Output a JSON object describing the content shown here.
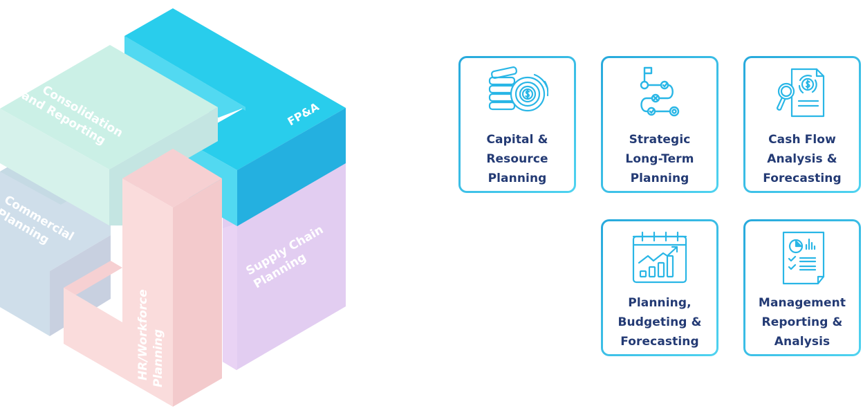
{
  "diagram": {
    "blocks": [
      {
        "id": "fpa",
        "label_lines": [
          "FP&A"
        ],
        "color": "#29cdec"
      },
      {
        "id": "consolidation",
        "label_lines": [
          "Consolidation",
          "and Reporting"
        ],
        "color": "#cbf0e6"
      },
      {
        "id": "commercial",
        "label_lines": [
          "Commercial",
          "Planning"
        ],
        "color": "#cfdeea"
      },
      {
        "id": "supply-chain",
        "label_lines": [
          "Supply Chain",
          "Planning"
        ],
        "color": "#e2cdf1"
      },
      {
        "id": "hr",
        "label_lines": [
          "HR/Workforce",
          "Planning"
        ],
        "color": "#fadcdc"
      }
    ]
  },
  "cards": [
    {
      "icon": "coins-gear-dollar-icon",
      "label": "Capital & Resource Planning",
      "lines": [
        "Capital &",
        "Resource",
        "Planning"
      ]
    },
    {
      "icon": "roadmap-path-icon",
      "label": "Strategic Long-Term Planning",
      "lines": [
        "Strategic",
        "Long-Term",
        "Planning"
      ]
    },
    {
      "icon": "document-magnifier-dollar-icon",
      "label": "Cash Flow Analysis & Forecasting",
      "lines": [
        "Cash Flow",
        "Analysis &",
        "Forecasting"
      ]
    },
    {
      "icon": "calendar-growth-chart-icon",
      "label": "Planning, Budgeting & Forecasting",
      "lines": [
        "Planning,",
        "Budgeting &",
        "Forecasting"
      ]
    },
    {
      "icon": "report-checklist-chart-icon",
      "label": "Management Reporting & Analysis",
      "lines": [
        "Management",
        "Reporting &",
        "Analysis"
      ]
    }
  ],
  "colors": {
    "card_border_start": "#27a9dc",
    "card_border_end": "#4fd3f0",
    "card_text": "#233a74",
    "icon_stroke": "#29b6e6"
  }
}
